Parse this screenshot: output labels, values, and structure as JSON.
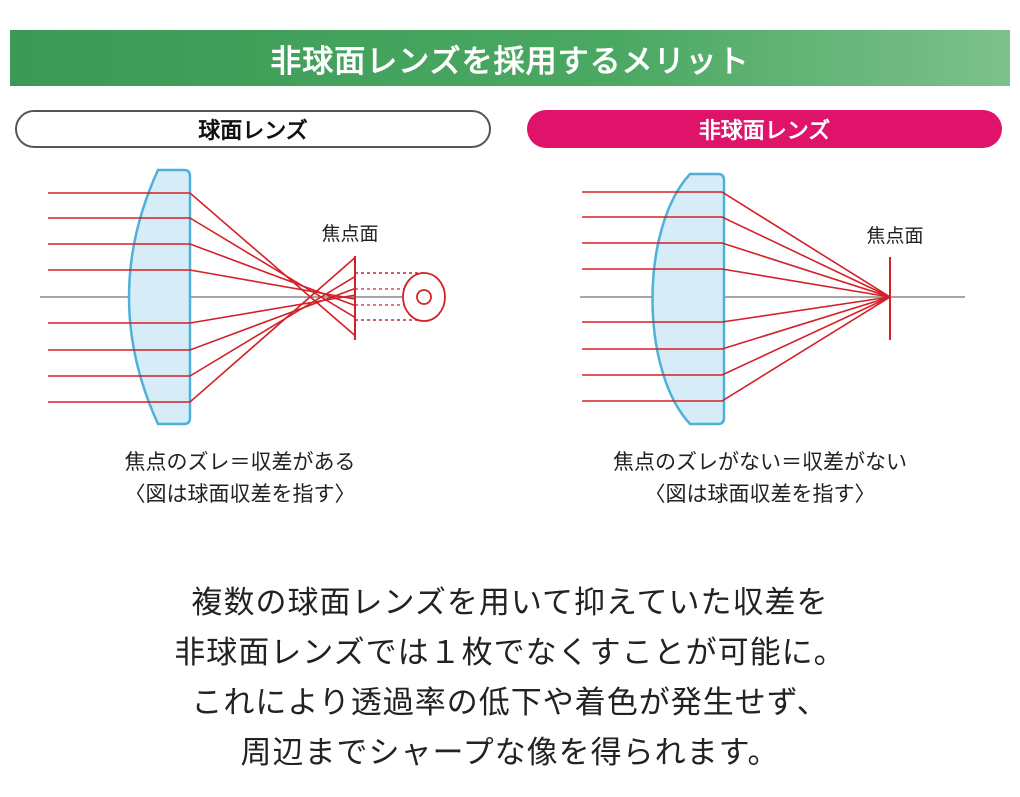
{
  "banner": {
    "title": "非球面レンズを採用するメリット"
  },
  "left_panel": {
    "label": "球面レンズ",
    "focal_label": "焦点面",
    "caption_line1": "焦点のズレ＝収差がある",
    "caption_line2": "〈図は球面収差を指す〉"
  },
  "right_panel": {
    "label": "非球面レンズ",
    "focal_label": "焦点面",
    "caption_line1": "焦点のズレがない＝収差がない",
    "caption_line2": "〈図は球面収差を指す〉"
  },
  "body": {
    "lines": [
      "複数の球面レンズを用いて抑えていた収差を",
      "非球面レンズでは１枚でなくすことが可能に。",
      "これにより透過率の低下や着色が発生せず、",
      "周辺までシャープな像を得られます。"
    ]
  },
  "colors": {
    "banner_green": "#3a9a55",
    "accent_pink": "#e0136a",
    "ray_red": "#d42027",
    "lens_fill": "#d6ecf7",
    "lens_stroke": "#4fb0d8",
    "axis_gray": "#888888"
  }
}
